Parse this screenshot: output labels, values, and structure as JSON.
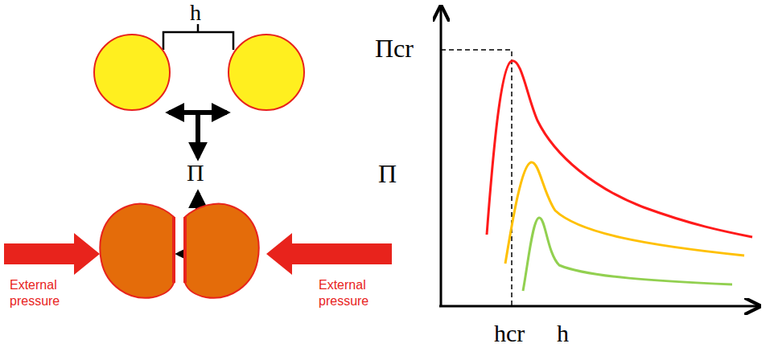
{
  "diagram": {
    "labels": [
      "h",
      "Π",
      "External pressure",
      "External pressure",
      "Πcr",
      "Π",
      "hcr",
      "h"
    ]
  }
}
